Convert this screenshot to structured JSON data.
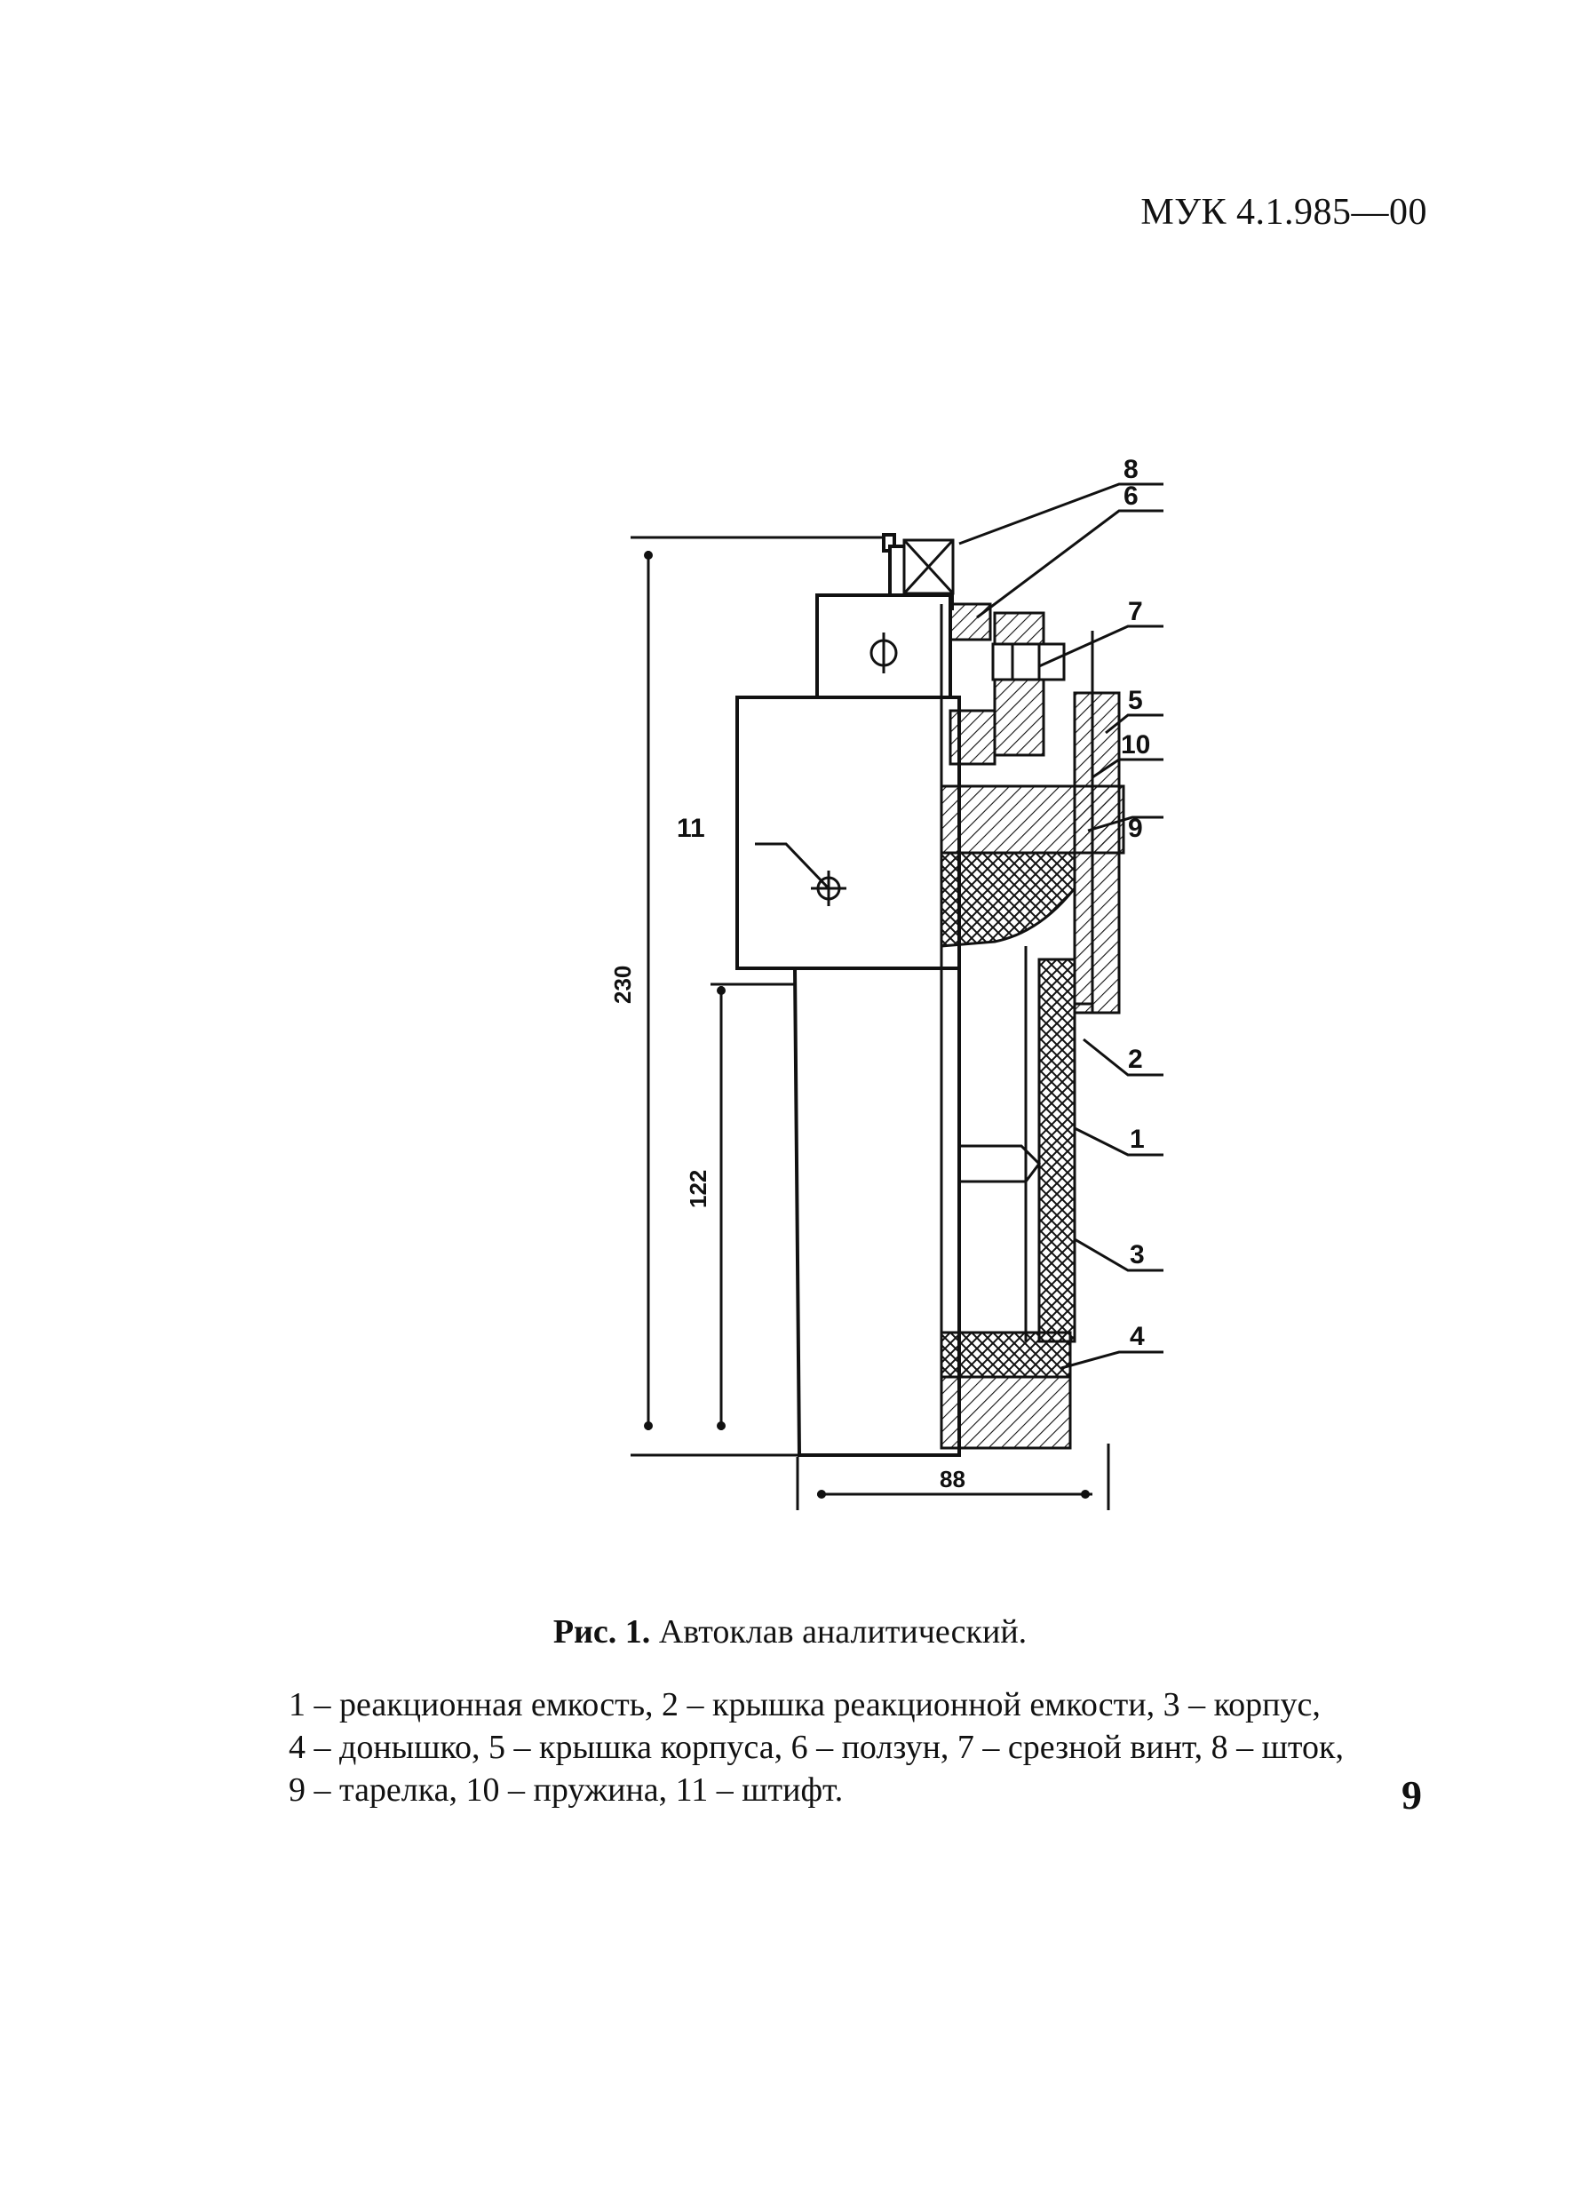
{
  "header": {
    "doc_code": "МУК 4.1.985—00"
  },
  "figure": {
    "dimensions": {
      "total_height": "230",
      "body_height": "122",
      "width": "88"
    },
    "callouts": [
      "8",
      "6",
      "7",
      "5",
      "10",
      "9",
      "11",
      "2",
      "1",
      "3",
      "4"
    ]
  },
  "caption": {
    "label": "Рис. 1.",
    "title": "Автоклав аналитический."
  },
  "legend": [
    "1 – реакционная емкость, 2 – крышка реакционной емкости, 3 – корпус,",
    "4 – донышко, 5 – крышка корпуса, 6 – ползун, 7 – срезной винт, 8 – шток,",
    "9 – тарелка, 10 – пружина, 11 – штифт."
  ],
  "page_number": "9"
}
